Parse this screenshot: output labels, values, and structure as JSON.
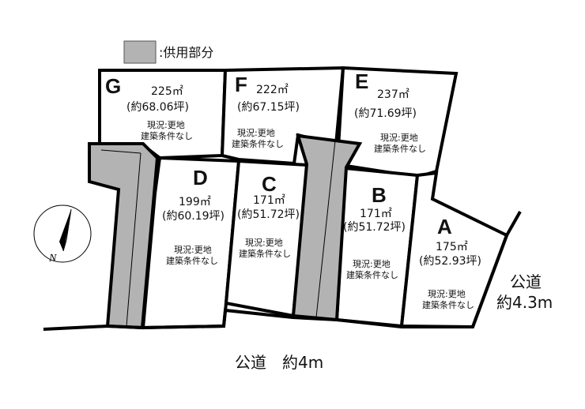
{
  "legend": {
    "swatch_color": "#b3b3b3",
    "label": ":供用部分"
  },
  "lots": {
    "G": {
      "letter": "G",
      "area": "225㎡",
      "tsubo": "(約68.06坪)",
      "status": "現況:更地",
      "condition": "建築条件なし"
    },
    "F": {
      "letter": "F",
      "area": "222㎡",
      "tsubo": "(約67.15坪)",
      "status": "現況:更地",
      "condition": "建築条件なし"
    },
    "E": {
      "letter": "E",
      "area": "237㎡",
      "tsubo": "(約71.69坪)",
      "status": "現況:更地",
      "condition": "建築条件なし"
    },
    "D": {
      "letter": "D",
      "area": "199㎡",
      "tsubo": "(約60.19坪)",
      "status": "現況:更地",
      "condition": "建築条件なし"
    },
    "C": {
      "letter": "C",
      "area": "171㎡",
      "tsubo": "(約51.72坪)",
      "status": "現況:更地",
      "condition": "建築条件なし"
    },
    "B": {
      "letter": "B",
      "area": "171㎡",
      "tsubo": "(約51.72坪)",
      "status": "現況:更地",
      "condition": "建築条件なし"
    },
    "A": {
      "letter": "A",
      "area": "175㎡",
      "tsubo": "(約52.93坪)",
      "status": "現況:更地",
      "condition": "建築条件なし"
    }
  },
  "roads": {
    "south": "公道　約4m",
    "east_line1": "公道",
    "east_line2": "約4.3m"
  },
  "compass": {
    "label": "N",
    "icon": "north-arrow-icon"
  }
}
